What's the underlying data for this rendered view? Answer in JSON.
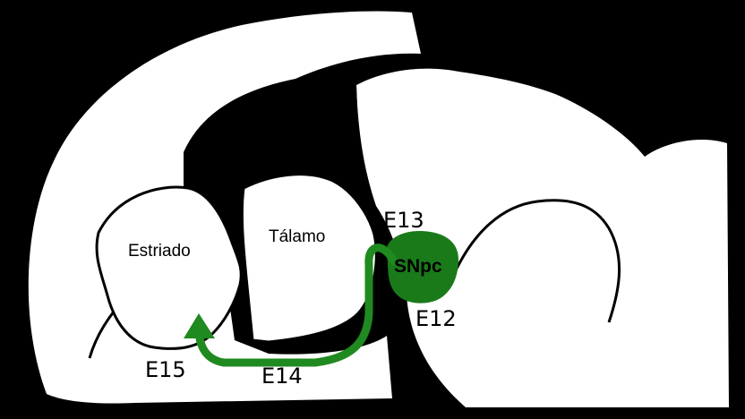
{
  "colors": {
    "background": "#000000",
    "tissue": "#ffffff",
    "outline": "#000000",
    "pathway": "#1f8a1f",
    "snpc_fill": "#1a7a1a",
    "stage_label_light": "#ffffff",
    "stage_label_dark": "#000000"
  },
  "regions": {
    "striatum": "Estriado",
    "thalamus": "Tálamo",
    "snpc": "SNpc"
  },
  "stages": {
    "e12": "E12",
    "e13": "E13",
    "e14": "E14",
    "e15": "E15"
  }
}
